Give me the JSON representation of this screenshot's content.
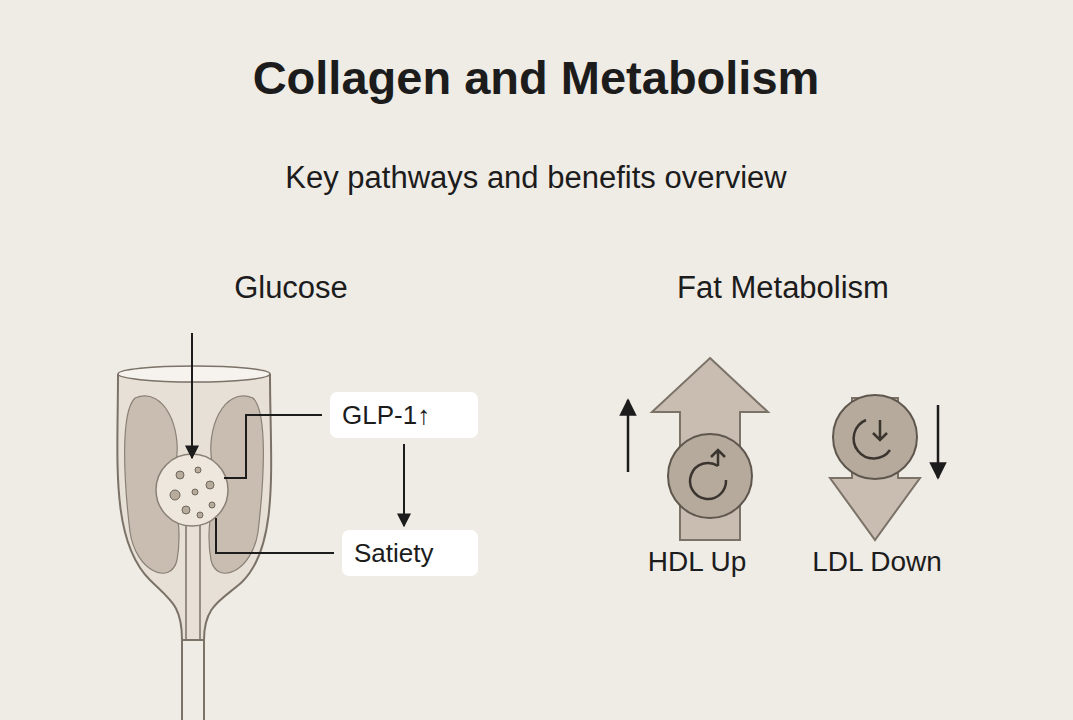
{
  "diagram": {
    "title": "Collagen and Metabolism",
    "nodes": [
      {
        "text": [
          "GLP-1↑"
        ]
      },
      {
        "text": [
          "Satiety"
        ]
      }
    ],
    "edges": [
      {
        "from": 0,
        "to": 1,
        "arrow": "to"
      }
    ],
    "labels": [
      "Key pathways and benefits overview",
      "Glucose",
      "Fat Metabolism",
      "HDL Up",
      "LDL Down"
    ]
  }
}
